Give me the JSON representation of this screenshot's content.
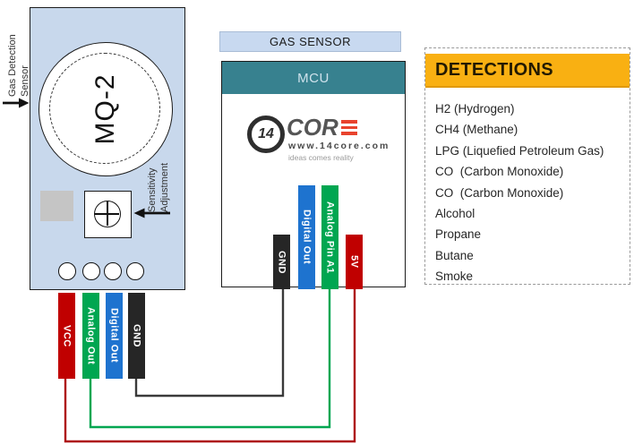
{
  "sensor_module": {
    "body_color": "#c8d8ec",
    "chip_label": "MQ-2",
    "gas_detection_label": {
      "line1": "Gas Detection",
      "line2": "Sensor"
    },
    "sensitivity_label": {
      "line1": "Sensitivity",
      "line2": "Adjustment"
    },
    "pins": [
      {
        "label": "VCC",
        "color": "#c00000"
      },
      {
        "label": "Analog Out",
        "color": "#00a651"
      },
      {
        "label": "Digital Out",
        "color": "#1e73cf"
      },
      {
        "label": "GND",
        "color": "#262626"
      }
    ]
  },
  "mcu_module": {
    "banner_label": "GAS SENSOR",
    "banner_color": "#c8d9f0",
    "header_label": "MCU",
    "header_color": "#37818f",
    "logo": {
      "badge": "14",
      "brand": "COR",
      "brand_e_icon": "three-red-bars-e",
      "accent_color": "#e8432e",
      "url": "www.14core.com",
      "tagline": "ideas comes reality"
    },
    "pins": [
      {
        "label": "GND",
        "color": "#262626"
      },
      {
        "label": "Digital Out",
        "color": "#1e73cf"
      },
      {
        "label": "Analog Pin A1",
        "color": "#00a651"
      },
      {
        "label": "5V",
        "color": "#c00000"
      }
    ]
  },
  "detections_panel": {
    "title": "DETECTIONS",
    "header_color": "#f9b012",
    "items": [
      "H2 (Hydrogen)",
      "CH4 (Methane)",
      "LPG (Liquefied Petroleum Gas)",
      "CO  (Carbon Monoxide)",
      "CO  (Carbon Monoxide)",
      "Alcohol",
      "Propane",
      "Butane",
      "Smoke"
    ]
  },
  "wires": {
    "vcc_to_5v": {
      "color": "#ae0d10"
    },
    "analog_to_a1": {
      "color": "#00a651"
    },
    "gnd_to_gnd": {
      "color": "#3a3a3a"
    }
  }
}
